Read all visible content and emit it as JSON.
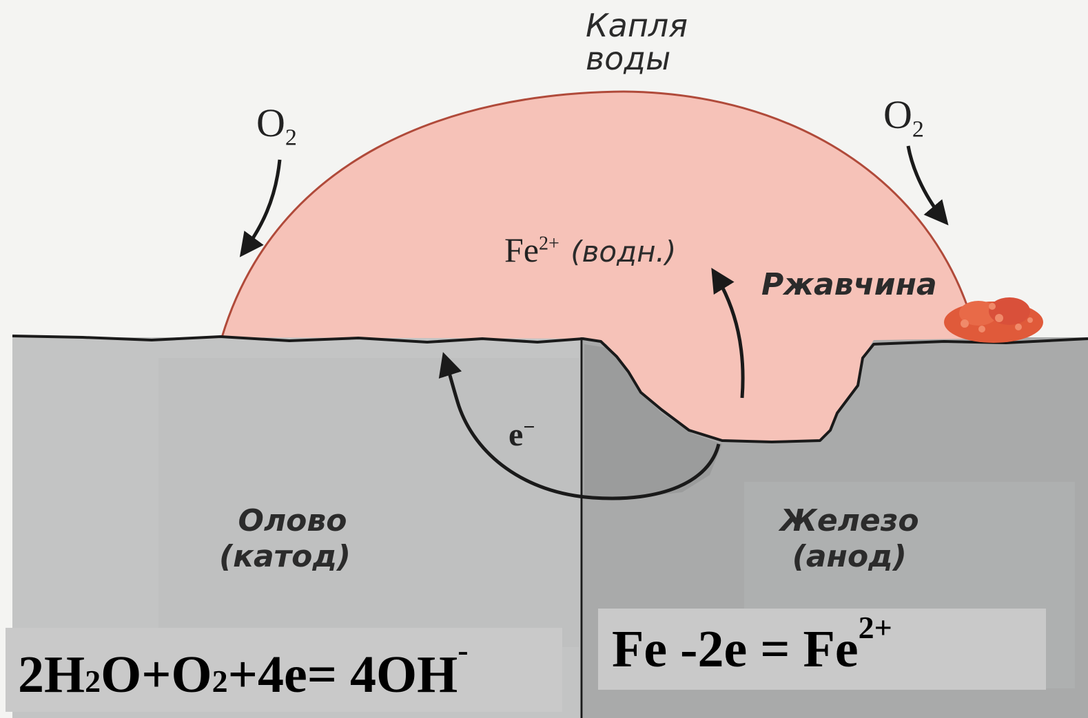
{
  "diagram": {
    "drop_label_line1": "Капля",
    "drop_label_line2": "воды",
    "oxygen_left": {
      "element": "O",
      "subscript": "2"
    },
    "oxygen_right": {
      "element": "O",
      "subscript": "2"
    },
    "ion_label": {
      "element": "Fe",
      "superscript": "2+",
      "state": "(водн.)"
    },
    "rust_label": "Ржавчина",
    "electron_label": {
      "symbol": "e",
      "superscript": "−"
    },
    "tin_label_line1": "Олово",
    "tin_label_line2": "(катод)",
    "iron_label_line1": "Железо",
    "iron_label_line2": "(анод)"
  },
  "equations": {
    "cathode": {
      "p1": "2H",
      "s1": "2",
      "p2": "O+O",
      "s2": "2",
      "p3": "+4e= 4OH",
      "sup": "-"
    },
    "anode": {
      "p1": "Fe -2e = Fe",
      "sup": "2+"
    }
  },
  "colors": {
    "water_drop": "#f6c2b8",
    "drop_outline": "#b04a3a",
    "tin_metal": "#c3c4c4",
    "iron_metal": "#a9aaaa",
    "rust": "#e05a3a",
    "equation_box": "#c9c9c9"
  }
}
